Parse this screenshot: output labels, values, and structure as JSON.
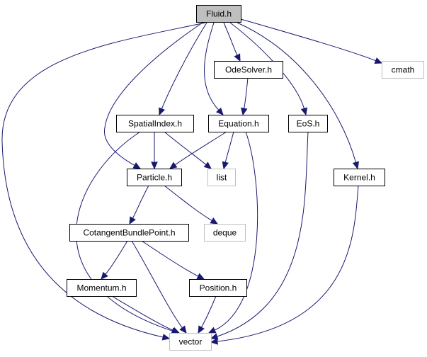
{
  "colors": {
    "edge": "#191970",
    "focus_fill": "#bfbfbf",
    "focus_stroke": "#000000",
    "node_fill": "#ffffff",
    "node_stroke": "#000000",
    "external_stroke": "#bfbfbf",
    "external_text": "#404040"
  },
  "nodes": [
    {
      "id": "fluid",
      "label": "Fluid.h",
      "kind": "focus"
    },
    {
      "id": "odesolver",
      "label": "OdeSolver.h",
      "kind": "header"
    },
    {
      "id": "cmath",
      "label": "cmath",
      "kind": "external"
    },
    {
      "id": "spatialindex",
      "label": "SpatialIndex.h",
      "kind": "header"
    },
    {
      "id": "equation",
      "label": "Equation.h",
      "kind": "header"
    },
    {
      "id": "eos",
      "label": "EoS.h",
      "kind": "header"
    },
    {
      "id": "particle",
      "label": "Particle.h",
      "kind": "header"
    },
    {
      "id": "list",
      "label": "list",
      "kind": "external"
    },
    {
      "id": "kernel",
      "label": "Kernel.h",
      "kind": "header"
    },
    {
      "id": "cbp",
      "label": "CotangentBundlePoint.h",
      "kind": "header"
    },
    {
      "id": "deque",
      "label": "deque",
      "kind": "external"
    },
    {
      "id": "momentum",
      "label": "Momentum.h",
      "kind": "header"
    },
    {
      "id": "position",
      "label": "Position.h",
      "kind": "header"
    },
    {
      "id": "vector",
      "label": "vector",
      "kind": "external"
    }
  ],
  "edges": [
    {
      "from": "fluid",
      "to": "vector"
    },
    {
      "from": "fluid",
      "to": "particle"
    },
    {
      "from": "fluid",
      "to": "spatialindex"
    },
    {
      "from": "fluid",
      "to": "equation"
    },
    {
      "from": "fluid",
      "to": "odesolver"
    },
    {
      "from": "fluid",
      "to": "eos"
    },
    {
      "from": "fluid",
      "to": "kernel"
    },
    {
      "from": "fluid",
      "to": "cmath"
    },
    {
      "from": "odesolver",
      "to": "equation"
    },
    {
      "from": "spatialindex",
      "to": "particle"
    },
    {
      "from": "spatialindex",
      "to": "list"
    },
    {
      "from": "spatialindex",
      "to": "vector"
    },
    {
      "from": "equation",
      "to": "particle"
    },
    {
      "from": "equation",
      "to": "list"
    },
    {
      "from": "equation",
      "to": "vector"
    },
    {
      "from": "eos",
      "to": "vector"
    },
    {
      "from": "kernel",
      "to": "vector"
    },
    {
      "from": "particle",
      "to": "cbp"
    },
    {
      "from": "particle",
      "to": "deque"
    },
    {
      "from": "cbp",
      "to": "momentum"
    },
    {
      "from": "cbp",
      "to": "position"
    },
    {
      "from": "cbp",
      "to": "vector"
    },
    {
      "from": "momentum",
      "to": "vector"
    },
    {
      "from": "position",
      "to": "vector"
    }
  ]
}
